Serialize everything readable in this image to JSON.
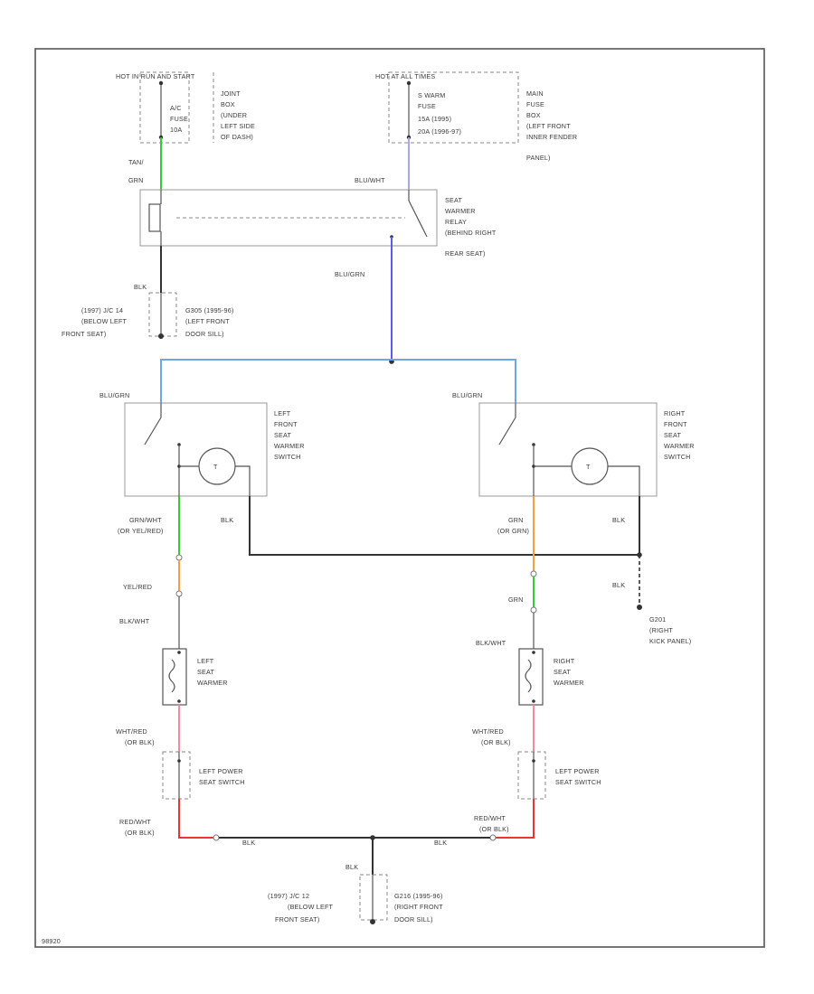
{
  "labels": {
    "hot_run_start": "HOT IN RUN AND START",
    "ac_fuse": [
      "A/C",
      "FUSE",
      "10A"
    ],
    "joint_box_left": [
      "JOINT",
      "BOX",
      "(UNDER",
      "LEFT SIDE",
      "OF DASH)"
    ],
    "hot_all_times": "HOT AT ALL TIMES",
    "s_warm_fuse": [
      "S WARM",
      "FUSE",
      "15A  (1995)",
      "20A  (1996-97)"
    ],
    "main_fuse_box": [
      "MAIN",
      "FUSE",
      "BOX",
      "(LEFT FRONT",
      "INNER FENDER",
      "PANEL)"
    ],
    "wire_tan_grn": [
      "TAN/",
      "GRN"
    ],
    "wire_blu_wht": "BLU/WHT",
    "seat_warmer_relay": [
      "SEAT",
      "WARMER",
      "RELAY",
      "(BEHIND RIGHT",
      "REAR SEAT)"
    ],
    "wire_blu_grn": "BLU/GRN",
    "wire_blk": "BLK",
    "ground_left_top": [
      "(1997)   J/C 14",
      "(BELOW LEFT",
      "FRONT SEAT)"
    ],
    "g305": [
      "G305   (1995-96)",
      "(LEFT FRONT",
      "DOOR SILL)"
    ],
    "left_front_switch": [
      "LEFT",
      "FRONT",
      "SEAT",
      "WARMER",
      "SWITCH"
    ],
    "right_front_switch": [
      "RIGHT",
      "FRONT",
      "SEAT",
      "WARMER",
      "SWITCH"
    ],
    "wire_grn_wht": [
      "GRN/WHT",
      "(OR YEL/RED)"
    ],
    "wire_grn_right": [
      "GRN",
      "(OR GRN)"
    ],
    "wire_yel_red": "YEL/RED",
    "wire_grn": "GRN",
    "g201": [
      "G201",
      "(RIGHT",
      "KICK PANEL)"
    ],
    "wire_blk_wht": "BLK/WHT",
    "left_seat_warmer": [
      "LEFT",
      "SEAT",
      "WARMER"
    ],
    "right_seat_warmer": [
      "RIGHT",
      "SEAT",
      "WARMER"
    ],
    "wire_wht_red": [
      "WHT/RED",
      "(OR BLK)"
    ],
    "left_power_seat_switch": [
      "LEFT POWER",
      "SEAT SWITCH"
    ],
    "right_power_seat_switch": [
      "LEFT POWER",
      "SEAT SWITCH"
    ],
    "wire_red_wht": [
      "RED/WHT",
      "(OR BLK)"
    ],
    "ground_bottom_left": [
      "(1997)   J/C 12",
      "(BELOW LEFT",
      "FRONT SEAT)"
    ],
    "g216": [
      "G216   (1995-96)",
      "(RIGHT FRONT",
      "DOOR SILL)"
    ],
    "figure_id": "98920"
  },
  "colors": {
    "green": "#33cc33",
    "violet": "#a9a6f0",
    "blue": "#5b5bf0",
    "light_blue": "#6aa8e6",
    "orange": "#f5a040",
    "pink": "#f28aa0",
    "red": "#ee3333",
    "black": "#333333"
  }
}
